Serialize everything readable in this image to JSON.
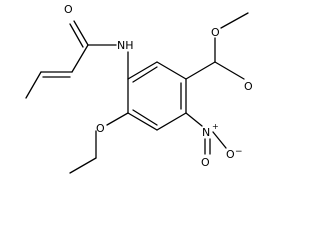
{
  "molecule": {
    "atom_labels": {
      "carbonyl_oxygen_amide": "O",
      "amide_nitrogen": "NH",
      "ether_oxygen": "O",
      "ester_carbonyl_oxygen": "O",
      "ester_methoxy_oxygen": "O",
      "nitro_nitrogen": "N",
      "nitro_nitrogen_charge": "+",
      "nitro_oxygen_double": "O",
      "nitro_oxygen_single": "O",
      "nitro_oxygen_charge": "−"
    }
  }
}
